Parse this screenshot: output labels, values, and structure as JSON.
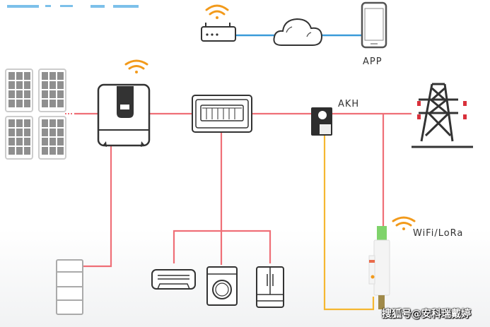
{
  "header": {
    "title_fragment": "（被裁切的蓝色标题）"
  },
  "labels": {
    "app": "APP",
    "ct": "AKH",
    "meter_comm": "WiFi/LoRa"
  },
  "watermark": "搜狐号@安科瑞戴婷",
  "colors": {
    "power_line": "#ef6f77",
    "network_line": "#3a9ad9",
    "signal_line": "#f5b731",
    "wifi": "#f29a1b",
    "device_stroke": "#333333",
    "panel_fill": "#8f8f8f",
    "meter_terminal": "#7fd36b"
  },
  "nodes": [
    {
      "id": "router",
      "name": "Wi-Fi router"
    },
    {
      "id": "cloud",
      "name": "Cloud"
    },
    {
      "id": "phone",
      "name": "Mobile APP"
    },
    {
      "id": "pv",
      "name": "PV panels"
    },
    {
      "id": "inverter",
      "name": "Hybrid inverter"
    },
    {
      "id": "distribution-box",
      "name": "Distribution box"
    },
    {
      "id": "ct",
      "name": "AKH current transformer"
    },
    {
      "id": "grid",
      "name": "Utility grid tower"
    },
    {
      "id": "meter",
      "name": "DIN-rail energy meter"
    },
    {
      "id": "battery",
      "name": "Battery storage"
    },
    {
      "id": "air-conditioner",
      "name": "Air conditioner"
    },
    {
      "id": "washer",
      "name": "Washing machine"
    },
    {
      "id": "fridge",
      "name": "Refrigerator"
    }
  ]
}
